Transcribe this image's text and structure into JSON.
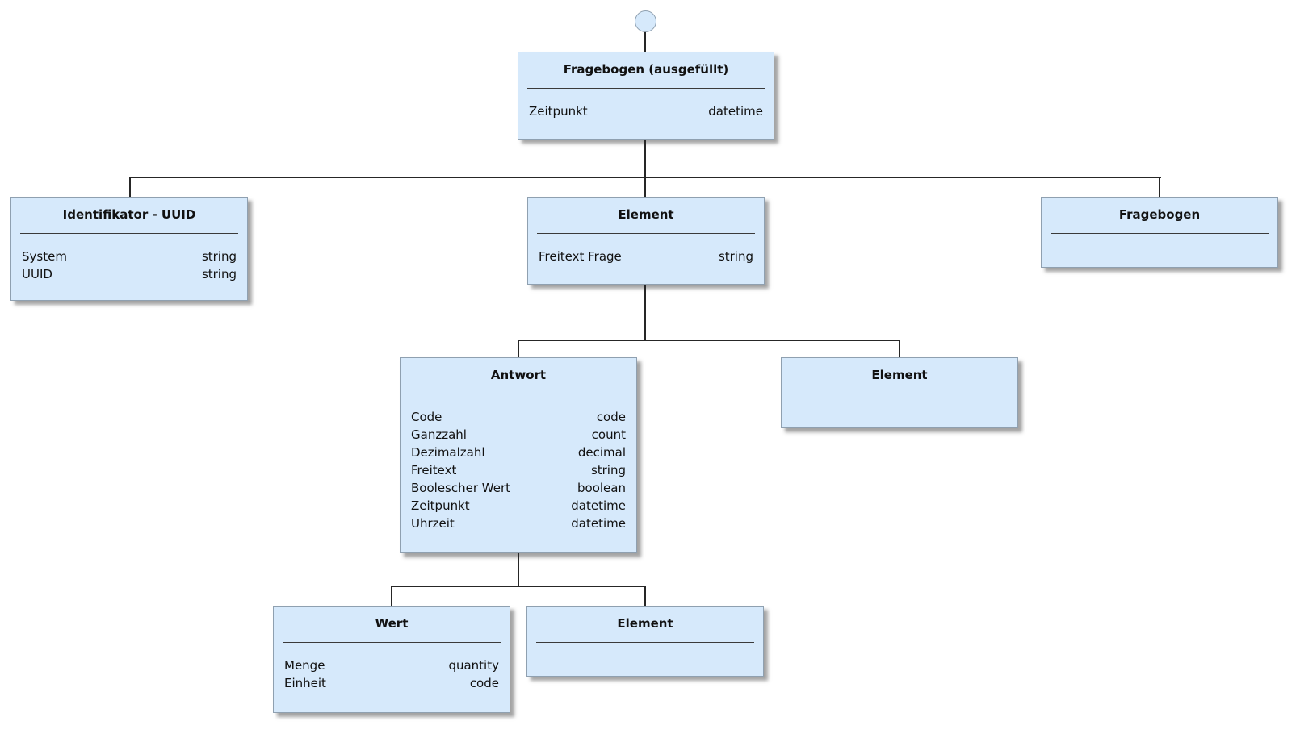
{
  "diagram": {
    "colors": {
      "background": "#ffffff",
      "node_fill": "#d6e9fb",
      "node_border": "#8fa0b0",
      "divider": "#3a3a3a",
      "connector": "#262626",
      "text": "#111111"
    },
    "nodes": {
      "fragebogen_ausgefuellt": {
        "title": "Fragebogen (ausgefüllt)",
        "attributes": [
          {
            "name": "Zeitpunkt",
            "type": "datetime"
          }
        ]
      },
      "identifikator_uuid": {
        "title": "Identifikator - UUID",
        "attributes": [
          {
            "name": "System",
            "type": "string"
          },
          {
            "name": "UUID",
            "type": "string"
          }
        ]
      },
      "element_frage": {
        "title": "Element",
        "attributes": [
          {
            "name": "Freitext Frage",
            "type": "string"
          }
        ]
      },
      "fragebogen": {
        "title": "Fragebogen",
        "attributes": []
      },
      "antwort": {
        "title": "Antwort",
        "attributes": [
          {
            "name": "Code",
            "type": "code"
          },
          {
            "name": "Ganzzahl",
            "type": "count"
          },
          {
            "name": "Dezimalzahl",
            "type": "decimal"
          },
          {
            "name": "Freitext",
            "type": "string"
          },
          {
            "name": "Boolescher Wert",
            "type": "boolean"
          },
          {
            "name": "Zeitpunkt",
            "type": "datetime"
          },
          {
            "name": "Uhrzeit",
            "type": "datetime"
          }
        ]
      },
      "element_unter_frage": {
        "title": "Element",
        "attributes": []
      },
      "wert": {
        "title": "Wert",
        "attributes": [
          {
            "name": "Menge",
            "type": "quantity"
          },
          {
            "name": "Einheit",
            "type": "code"
          }
        ]
      },
      "element_unter_antwort": {
        "title": "Element",
        "attributes": []
      }
    }
  }
}
